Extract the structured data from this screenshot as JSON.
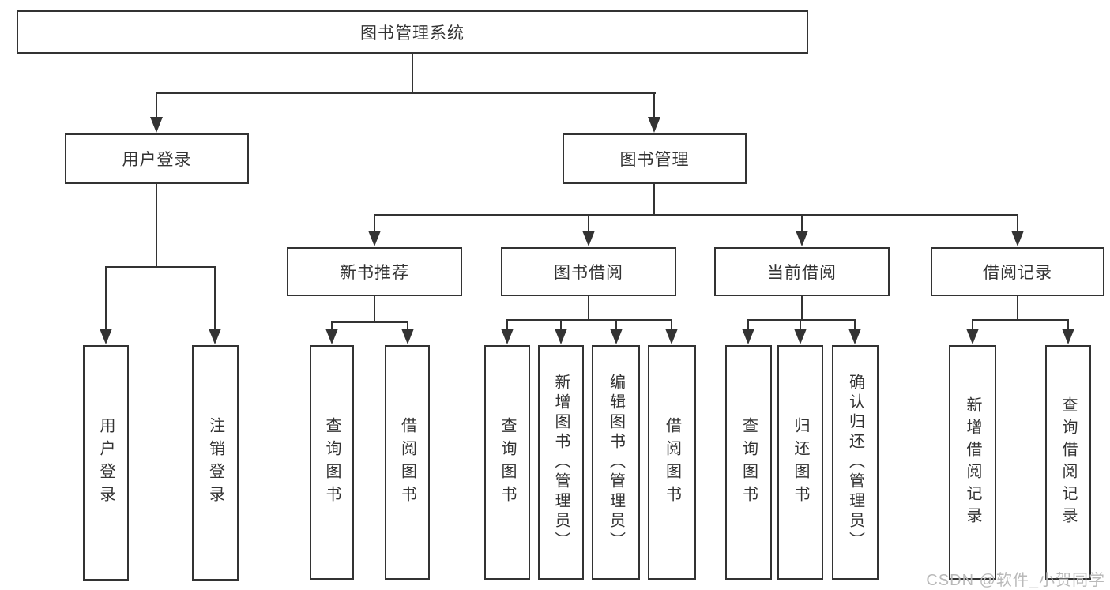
{
  "diagram": {
    "type": "hierarchy-tree",
    "hierarchy": {
      "label": "图书管理系统",
      "children": [
        {
          "label": "用户登录",
          "children": [
            {
              "label": "用户登录"
            },
            {
              "label": "注销登录"
            }
          ]
        },
        {
          "label": "图书管理",
          "children": [
            {
              "label": "新书推荐",
              "children": [
                {
                  "label": "查询图书"
                },
                {
                  "label": "借阅图书"
                }
              ]
            },
            {
              "label": "图书借阅",
              "children": [
                {
                  "label": "查询图书"
                },
                {
                  "label": "新增图书（管理员）"
                },
                {
                  "label": "编辑图书（管理员）"
                },
                {
                  "label": "借阅图书"
                }
              ]
            },
            {
              "label": "当前借阅",
              "children": [
                {
                  "label": "查询图书"
                },
                {
                  "label": "归还图书"
                },
                {
                  "label": "确认归还（管理员）"
                }
              ]
            },
            {
              "label": "借阅记录",
              "children": [
                {
                  "label": "新增借阅记录"
                },
                {
                  "label": "查询借阅记录"
                }
              ]
            }
          ]
        }
      ]
    },
    "colors": {
      "line": "#333333",
      "text": "#333333",
      "background": "#ffffff"
    }
  },
  "watermark": {
    "text": "CSDN @软件_小贺同学",
    "color": "#b9b9b9"
  }
}
